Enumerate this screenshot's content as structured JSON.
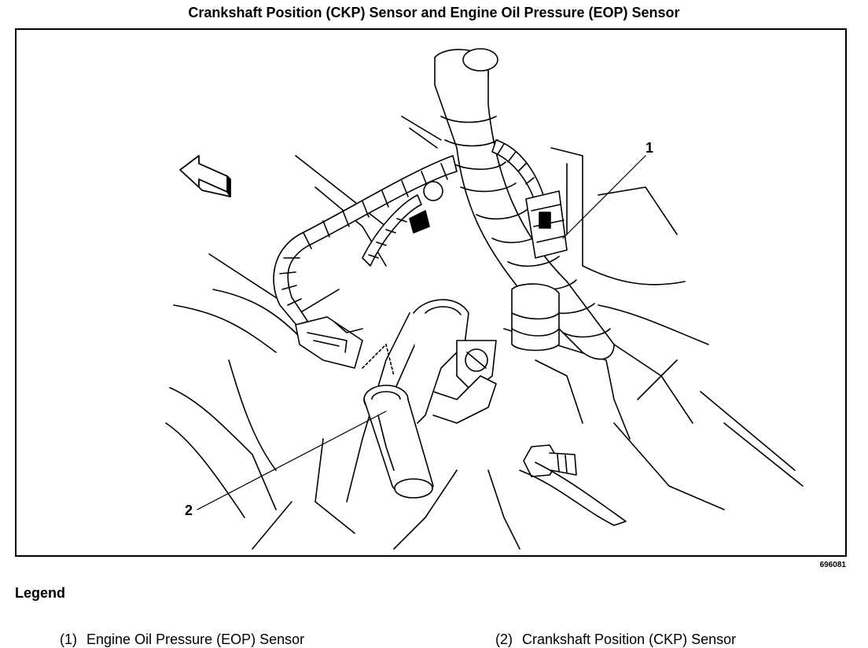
{
  "title": "Crankshaft Position (CKP) Sensor and Engine Oil Pressure (EOP) Sensor",
  "figure_number": "696081",
  "callouts": {
    "c1": "1",
    "c2": "2"
  },
  "legend": {
    "heading": "Legend",
    "items": [
      {
        "number": "(1)",
        "label": "Engine Oil Pressure (EOP) Sensor"
      },
      {
        "number": "(2)",
        "label": "Crankshaft Position (CKP) Sensor"
      }
    ]
  }
}
